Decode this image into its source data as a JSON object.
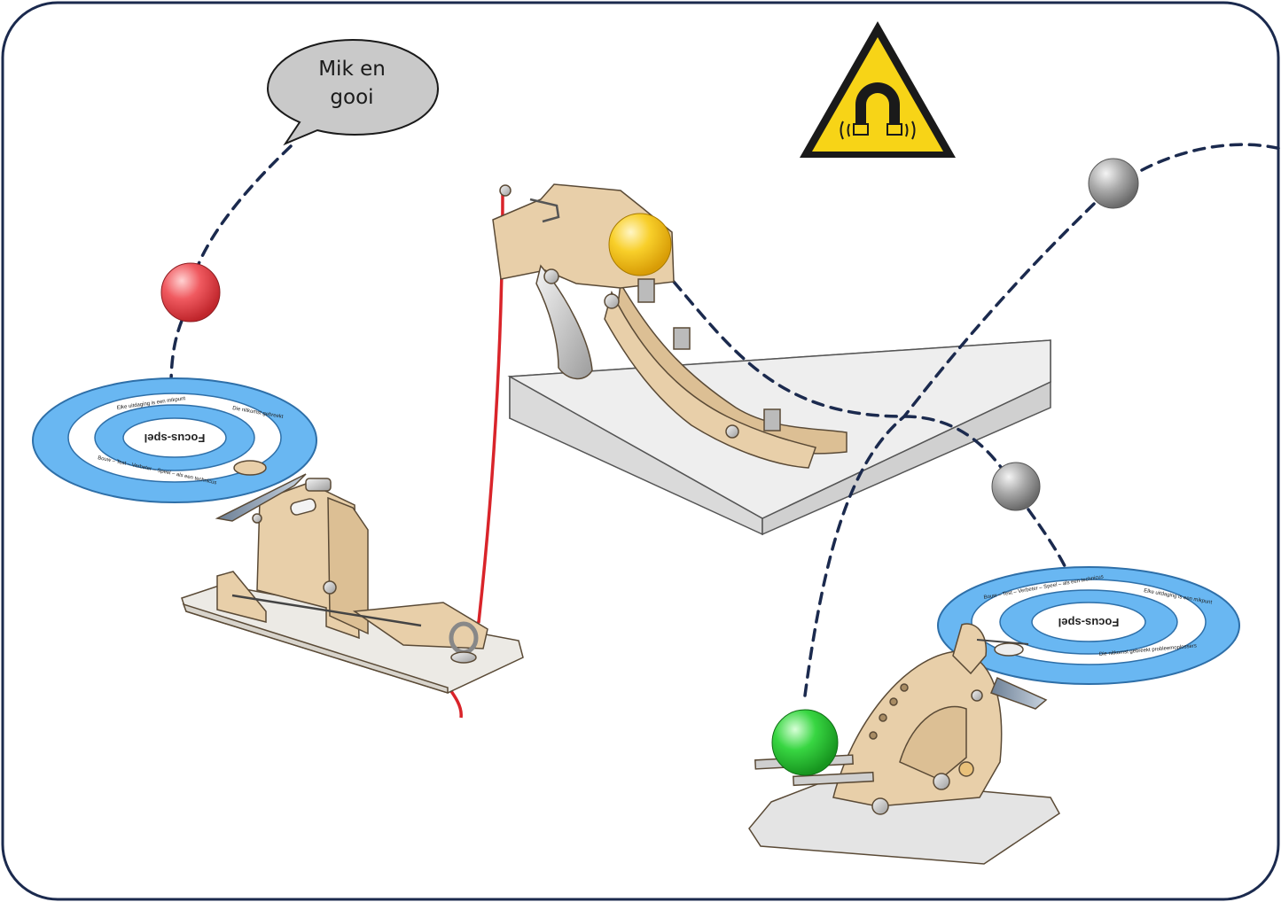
{
  "speech_bubble": {
    "line1": "Mik en",
    "line2": "gooi"
  },
  "left_target": {
    "center_label": "Focus-spel",
    "ring_text_top": "Die nitkomst gebreekt",
    "ring_text_side": "Elke uitdaging is een mikpunt",
    "ring_text_bottom": "Bouw – Test – Verbeter – Speel – als een technicus"
  },
  "right_target": {
    "center_label": "Focus-spel",
    "ring_text_top": "Elke uitdaging is een mikpunt",
    "ring_text_side": "Bouw – Test – Verbeter – Speel – als een technicus",
    "ring_text_bottom": "Die nitkomst gebreekt probleemoplossers"
  },
  "warning_sign": {
    "icon": "magnet-warning-icon"
  },
  "colors": {
    "frame_border": "#1b2a4e",
    "trajectory": "#1b2a4e",
    "target_blue": "#69b7f2",
    "target_outline": "#2e6fa8",
    "wood": "#e8cfa9",
    "wood_edge": "#5a4a36",
    "string_red": "#d9242a",
    "ball_red": "#e8444a",
    "ball_yellow": "#f5c518",
    "ball_green": "#2fcf3b",
    "ball_grey": "#9a9a9a",
    "warning_yellow": "#f7d417",
    "table_grey": "#e6e6e6"
  }
}
